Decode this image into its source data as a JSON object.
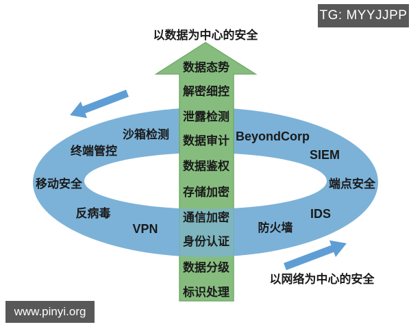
{
  "badges": {
    "telegram": "TG: MYYJJPP",
    "website": "www.pinyi.org"
  },
  "titles": {
    "data_centric": "以数据为中心的安全",
    "network_centric": "以网络为中心的安全"
  },
  "data_axis_steps": [
    "数据态势",
    "解密细控",
    "泄露检测",
    "数据审计",
    "数据鉴权",
    "存储加密",
    "通信加密",
    "身份认证",
    "数据分级",
    "标识处理"
  ],
  "network_ring_items": [
    "沙箱检测",
    "终端管控",
    "移动安全",
    "反病毒",
    "VPN",
    "BeyondCorp",
    "SIEM",
    "端点安全",
    "IDS",
    "防火墙"
  ],
  "colors": {
    "arrow_green": "#86bd7f",
    "arrow_green_border": "#72ab69",
    "ring_blue": "#7cb2d8",
    "flow_arrow_blue": "#5f9ed5",
    "badge_gray": "#585858",
    "text_dark": "#1a1a1a"
  }
}
